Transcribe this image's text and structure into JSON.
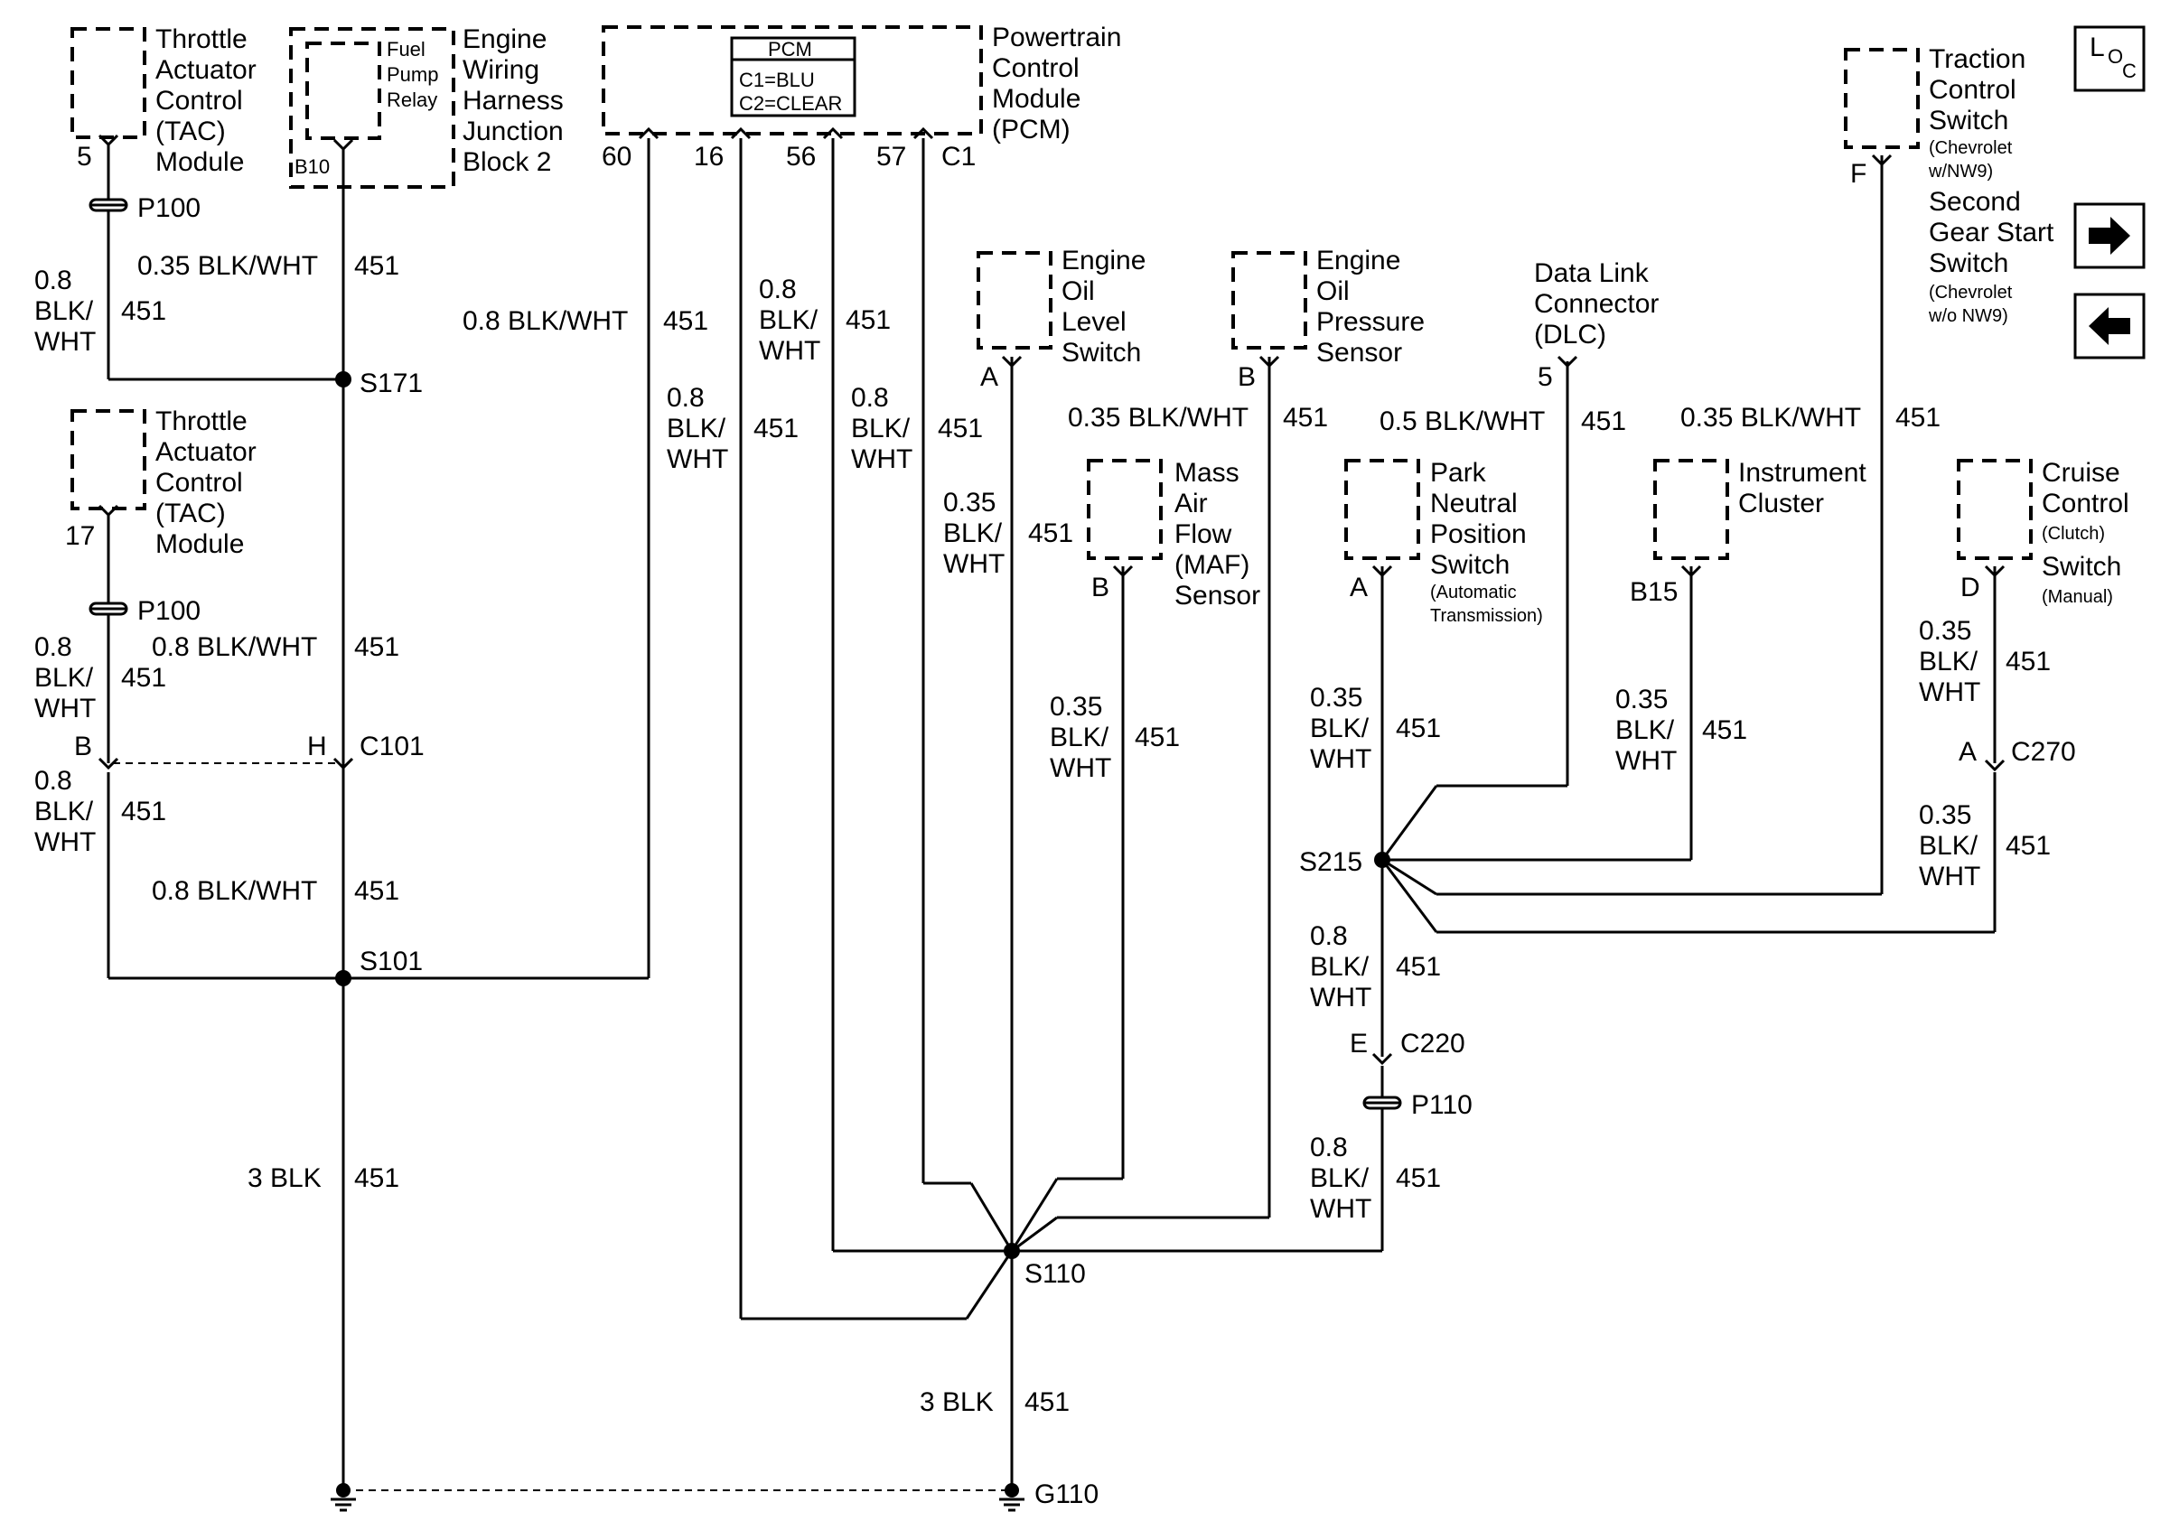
{
  "components": {
    "tac_module_top": [
      "Throttle",
      "Actuator",
      "Control",
      "(TAC)",
      "Module"
    ],
    "fuel_pump_relay": [
      "Fuel",
      "Pump",
      "Relay"
    ],
    "junction_block": [
      "Engine",
      "Wiring",
      "Harness",
      "Junction",
      "Block 2"
    ],
    "pcm_label": [
      "Powertrain",
      "Control",
      "Module",
      "(PCM)"
    ],
    "pcm_box": [
      "PCM",
      "C1=BLU",
      "C2=CLEAR"
    ],
    "tac_module_mid": [
      "Throttle",
      "Actuator",
      "Control",
      "(TAC)",
      "Module"
    ],
    "engine_oil_level": [
      "Engine",
      "Oil",
      "Level",
      "Switch"
    ],
    "engine_oil_pressure": [
      "Engine",
      "Oil",
      "Pressure",
      "Sensor"
    ],
    "maf_sensor": [
      "Mass",
      "Air",
      "Flow",
      "(MAF)",
      "Sensor"
    ],
    "dlc": [
      "Data Link",
      "Connector",
      "(DLC)"
    ],
    "park_neutral": [
      "Park",
      "Neutral",
      "Position",
      "Switch"
    ],
    "park_neutral_note": [
      "(Automatic",
      "Transmission)"
    ],
    "instrument_cluster": [
      "Instrument",
      "Cluster"
    ],
    "cruise_control": [
      "Cruise",
      "Control"
    ],
    "cruise_note": "(Clutch)",
    "cruise_switch": "Switch",
    "cruise_manual": "(Manual)",
    "traction_control": [
      "Traction",
      "Control",
      "Switch"
    ],
    "traction_note": [
      "(Chevrolet",
      "w/NW9)"
    ],
    "second_gear": [
      "Second",
      "Gear Start",
      "Switch"
    ],
    "second_gear_note": [
      "(Chevrolet",
      "w/o NW9)"
    ]
  },
  "pins": {
    "tac_top": "5",
    "relay": "B10",
    "pcm_60": "60",
    "pcm_16": "16",
    "pcm_56": "56",
    "pcm_57": "57",
    "pcm_c1": "C1",
    "tac_mid": "17",
    "c101_b": "B",
    "c101_h": "H",
    "oil_level": "A",
    "oil_pressure": "B",
    "dlc": "5",
    "maf": "B",
    "park_neutral": "A",
    "instrument": "B15",
    "cruise": "D",
    "traction": "F",
    "c270_a": "A",
    "c220_e": "E"
  },
  "connectors": {
    "p100_a": "P100",
    "p100_b": "P100",
    "c101": "C101",
    "c270": "C270",
    "c220": "C220",
    "p110": "P110"
  },
  "splices": {
    "s171": "S171",
    "s101": "S101",
    "s110": "S110",
    "s215": "S215"
  },
  "ground": "G110",
  "wires": {
    "circuit": "451",
    "w08_blk_wht": "0.8 BLK/WHT",
    "w035_blk_wht": "0.35 BLK/WHT",
    "w05_blk_wht": "0.5 BLK/WHT",
    "w3_blk": "3 BLK",
    "size_08": "0.8",
    "size_035": "0.35",
    "blk_slash": "BLK/",
    "wht": "WHT"
  },
  "icons": {
    "loc": "location-icon",
    "next": "arrow-right-icon",
    "prev": "arrow-left-icon"
  },
  "loc_letters": [
    "L",
    "O",
    "C"
  ]
}
